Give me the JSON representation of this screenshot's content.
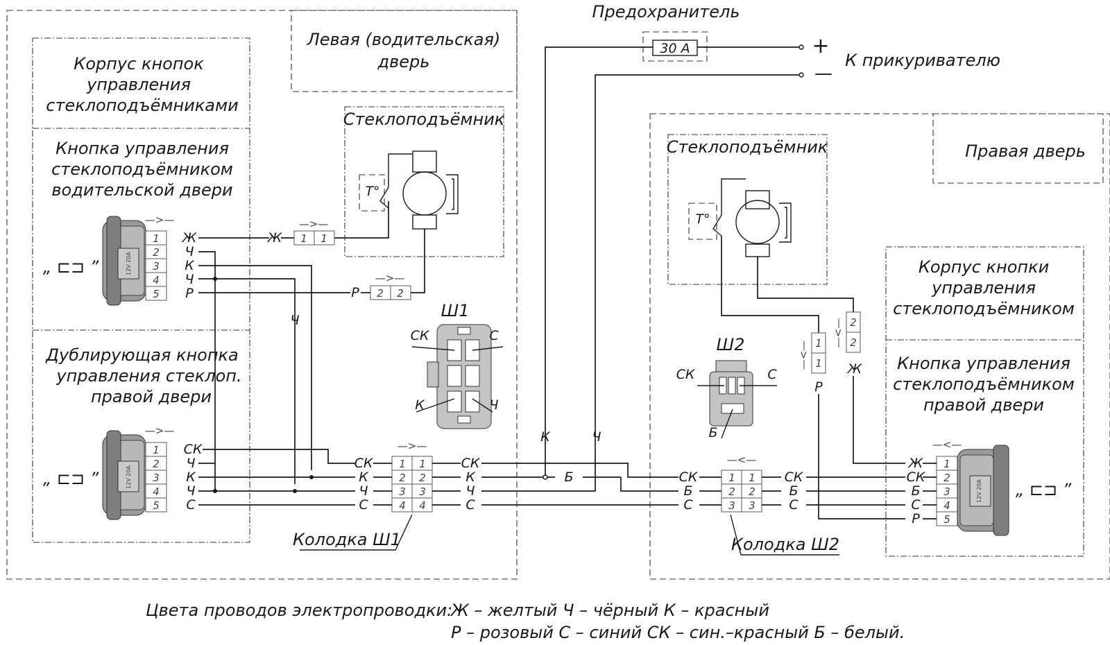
{
  "labels": {
    "fuse_title": "Предохранитель",
    "fuse_value": "30 А",
    "plus": "+",
    "minus": "—",
    "lighter": "К прикуривателю",
    "left_door": [
      "Левая (водительская)",
      "дверь"
    ],
    "right_door": "Правая дверь",
    "left_housing": [
      "Корпус кнопок",
      "управления",
      "стеклоподъёмниками"
    ],
    "driver_button": [
      "Кнопка управления",
      "стеклоподъёмником",
      "водительской двери"
    ],
    "dup_button": [
      "Дублирующая кнопка",
      "управления стеклоп.",
      "правой двери"
    ],
    "motor_left": "Стеклоподъёмник",
    "motor_right": "Стеклоподъёмник",
    "right_housing": [
      "Корпус кнопки",
      "управления",
      "стеклоподъёмником"
    ],
    "right_button": [
      "Кнопка управления",
      "стеклоподъёмником",
      "правой двери"
    ],
    "sh1": "Ш1",
    "sh2": "Ш2",
    "block_sh1": "Колодка Ш1",
    "block_sh2": "Колодка Ш2",
    "thermo": "T°",
    "switch_sym": "„ ⊏⊐ ”",
    "switch_text": "12V 20A",
    "arrow_in": "—>—",
    "arrow_rev": "—<—"
  },
  "pins": [
    "1",
    "2",
    "3",
    "4",
    "5"
  ],
  "pins_b1": [
    "1",
    "2",
    "3",
    "4"
  ],
  "pins_b2": [
    "1",
    "2",
    "3"
  ],
  "wires": {
    "zh": "Ж",
    "ch": "Ч",
    "k": "К",
    "r": "Р",
    "s": "С",
    "sk": "СК",
    "b": "Б"
  },
  "driver_wires": [
    "Ж",
    "Ч",
    "К",
    "Ч",
    "Р"
  ],
  "dup_wires": [
    "СК",
    "Ч",
    "К",
    "Ч",
    "С"
  ],
  "b1_left": [
    "СК",
    "К",
    "Ч",
    "С"
  ],
  "b1_right": [
    "СК",
    "К",
    "Ч",
    "С"
  ],
  "b2_left": [
    "СК",
    "Б",
    "С"
  ],
  "b2_right": [
    "СК",
    "Б",
    "С"
  ],
  "right_wires": [
    "Ж",
    "СК",
    "Б",
    "С",
    "Р"
  ],
  "sh1_pins": [
    "СК",
    "С",
    "К",
    "Ч"
  ],
  "sh2_pins": [
    "СК",
    "С",
    "Б"
  ],
  "legend": {
    "title": "Цвета проводов электропроводки:",
    "row1": "Ж – желтый   Ч – чёрный   К – красный",
    "row2": "Р – розовый   С – синий   СК – син.–красный   Б – белый."
  }
}
